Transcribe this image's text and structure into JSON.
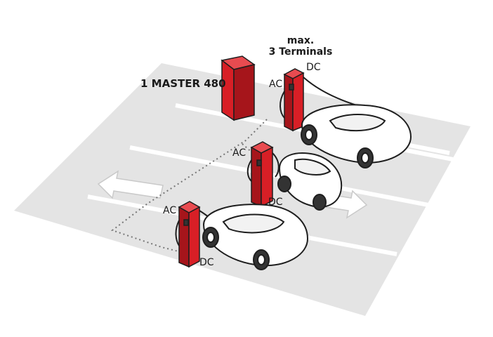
{
  "labels": {
    "master": "1 MASTER 480",
    "max_line1": "max.",
    "max_line2": "3 Terminals",
    "ac": "AC",
    "dc": "DC"
  },
  "colors": {
    "accent": "#d81f26",
    "accent_dark": "#a6151b",
    "ground": "#e4e4e4",
    "marking": "#ffffff",
    "outline": "#1e1e1e"
  },
  "icons": {
    "arrow_left": "arrow-left-icon",
    "arrow_right": "arrow-right-icon"
  }
}
